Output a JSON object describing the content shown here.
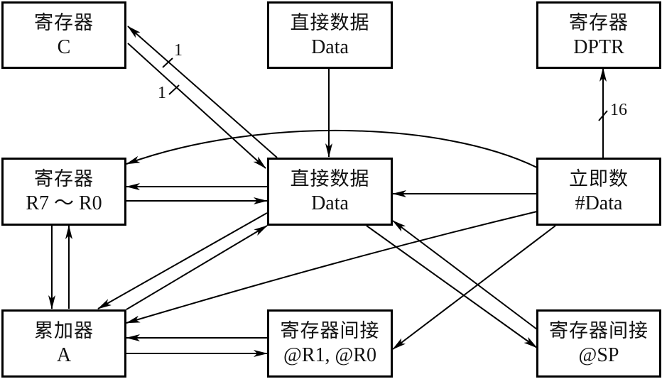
{
  "diagram": {
    "type": "addressing-modes-data-transfer",
    "stroke_color": "#000000",
    "background_color": "#ffffff",
    "nodes": {
      "reg_c": {
        "title": "寄存器",
        "subtitle": "C"
      },
      "direct_top": {
        "title": "直接数据",
        "subtitle": "Data"
      },
      "reg_dptr": {
        "title": "寄存器",
        "subtitle": "DPTR"
      },
      "reg_rn": {
        "title": "寄存器",
        "subtitle": "R7 ～ R0"
      },
      "direct_mid": {
        "title": "直接数据",
        "subtitle": "Data"
      },
      "immediate": {
        "title": "立即数",
        "subtitle": "#Data"
      },
      "acc": {
        "title": "累加器",
        "subtitle": "A"
      },
      "ind_ri": {
        "title": "寄存器间接",
        "subtitle": "@R1, @R0"
      },
      "ind_sp": {
        "title": "寄存器间接",
        "subtitle": "@SP"
      }
    },
    "edges": [
      {
        "from": "direct_mid",
        "to": "reg_c",
        "bus_width": "1"
      },
      {
        "from": "reg_c",
        "to": "direct_mid",
        "bus_width": "1"
      },
      {
        "from": "direct_top",
        "to": "direct_mid"
      },
      {
        "from": "immediate",
        "to": "reg_dptr",
        "bus_width": "16"
      },
      {
        "from": "immediate",
        "to": "reg_rn"
      },
      {
        "from": "direct_mid",
        "to": "reg_rn"
      },
      {
        "from": "reg_rn",
        "to": "direct_mid"
      },
      {
        "from": "immediate",
        "to": "direct_mid"
      },
      {
        "from": "reg_rn",
        "to": "acc"
      },
      {
        "from": "acc",
        "to": "reg_rn"
      },
      {
        "from": "direct_mid",
        "to": "acc"
      },
      {
        "from": "acc",
        "to": "direct_mid"
      },
      {
        "from": "immediate",
        "to": "acc"
      },
      {
        "from": "ind_ri",
        "to": "acc"
      },
      {
        "from": "acc",
        "to": "ind_ri"
      },
      {
        "from": "immediate",
        "to": "ind_ri"
      },
      {
        "from": "direct_mid",
        "to": "ind_sp"
      },
      {
        "from": "ind_sp",
        "to": "direct_mid"
      }
    ],
    "labels": {
      "c_out_width": "1",
      "c_in_width": "1",
      "dptr_width": "16"
    }
  }
}
